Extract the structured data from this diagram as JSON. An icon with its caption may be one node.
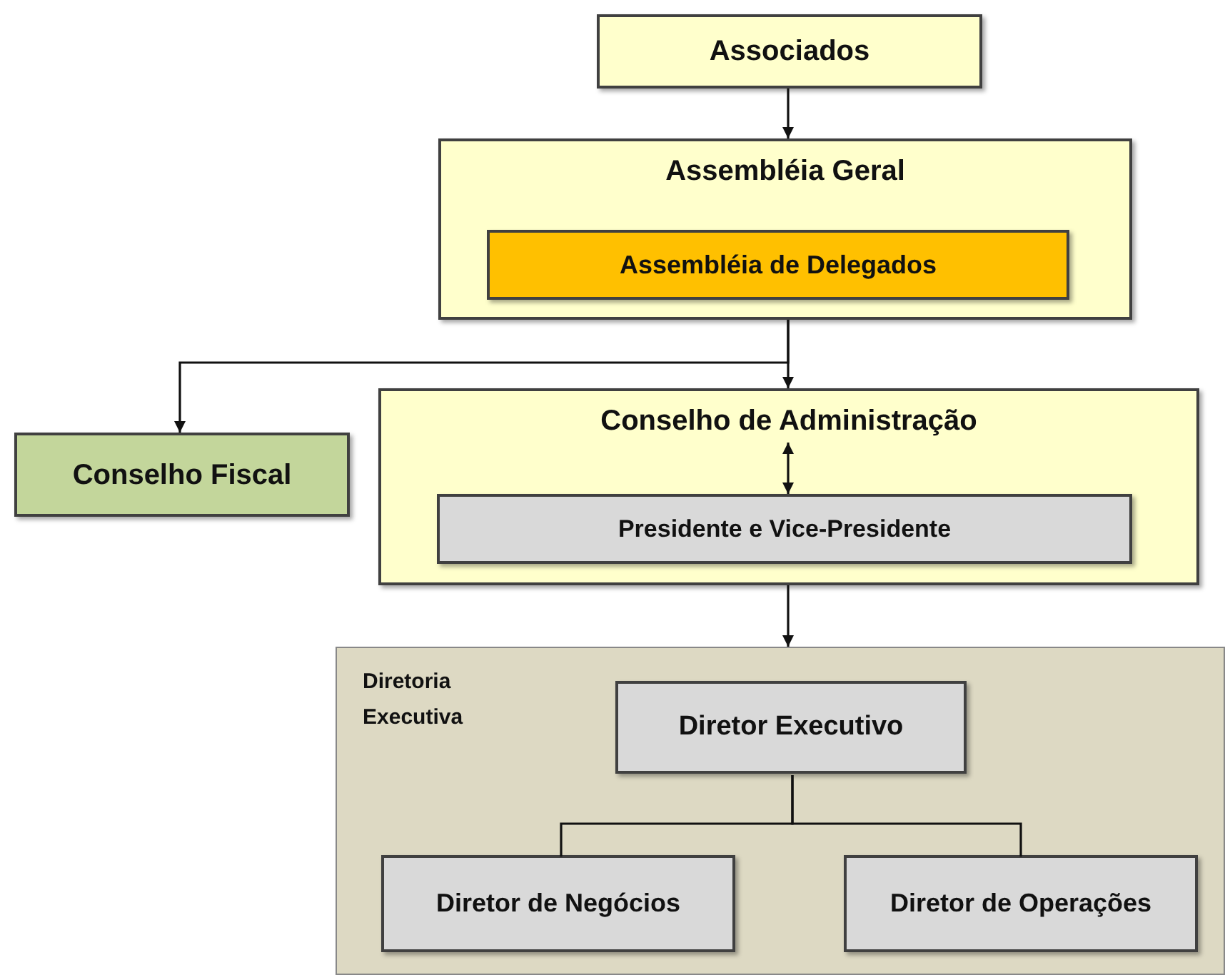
{
  "diagram": {
    "nodes": [
      {
        "text": [
          "Associados"
        ]
      },
      {
        "text": [
          "Assembléia Geral"
        ]
      },
      {
        "text": [
          "Assembléia de Delegados"
        ],
        "in": 1
      },
      {
        "text": [
          "Conselho Fiscal"
        ]
      },
      {
        "text": [
          "Conselho de Administração"
        ]
      },
      {
        "text": [
          "Presidente e Vice-Presidente"
        ],
        "in": 4
      },
      {
        "text": [
          "Diretoria Executiva"
        ]
      },
      {
        "text": [
          "Diretor Executivo"
        ],
        "in": 6
      },
      {
        "text": [
          "Diretor de Negócios"
        ],
        "in": 6
      },
      {
        "text": [
          "Diretor de Operações"
        ],
        "in": 6
      }
    ],
    "edges": [
      {
        "from": 0,
        "to": 1,
        "arrow": "to"
      },
      {
        "from": 1,
        "to": 3,
        "arrow": "to"
      },
      {
        "from": 1,
        "to": 4,
        "arrow": "to"
      },
      {
        "from": 4,
        "to": 5,
        "arrow": "both"
      },
      {
        "from": 4,
        "to": 6,
        "arrow": "to"
      },
      {
        "from": 7,
        "to": 8,
        "arrow": "none"
      },
      {
        "from": 7,
        "to": 9,
        "arrow": "none"
      }
    ]
  }
}
